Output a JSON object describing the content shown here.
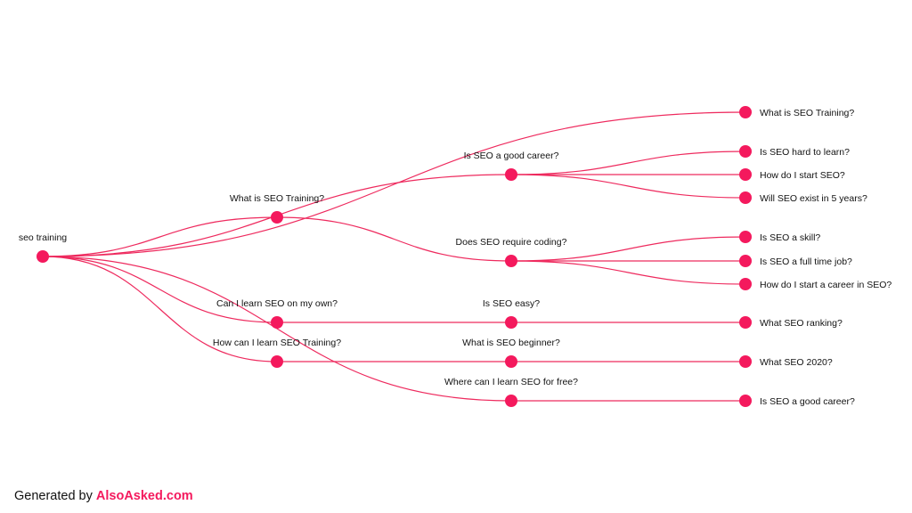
{
  "accent_color": "#f4195d",
  "link_color": "#ee2a5e",
  "tree": {
    "root": {
      "label": "seo training"
    },
    "questions": [
      {
        "label": "What is SEO Training?"
      },
      {
        "label": "Is SEO a good career?"
      },
      {
        "label": "Does SEO require coding?"
      },
      {
        "label": "Can I learn SEO on my own?"
      },
      {
        "label": "Is SEO easy?"
      },
      {
        "label": "How can I learn SEO Training?"
      },
      {
        "label": "What is SEO beginner?"
      },
      {
        "label": "Where can I learn SEO for free?"
      }
    ],
    "answers": [
      {
        "label": "What is SEO Training?"
      },
      {
        "label": "Is SEO hard to learn?"
      },
      {
        "label": "How do I start SEO?"
      },
      {
        "label": "Will SEO exist in 5 years?"
      },
      {
        "label": "Is SEO a skill?"
      },
      {
        "label": "Is SEO a full time job?"
      },
      {
        "label": "How do I start a career in SEO?"
      },
      {
        "label": "What SEO ranking?"
      },
      {
        "label": "What SEO 2020?"
      },
      {
        "label": "Is SEO a good career?"
      }
    ]
  },
  "footer": {
    "prefix": "Generated by",
    "brand": "AlsoAsked.com"
  }
}
